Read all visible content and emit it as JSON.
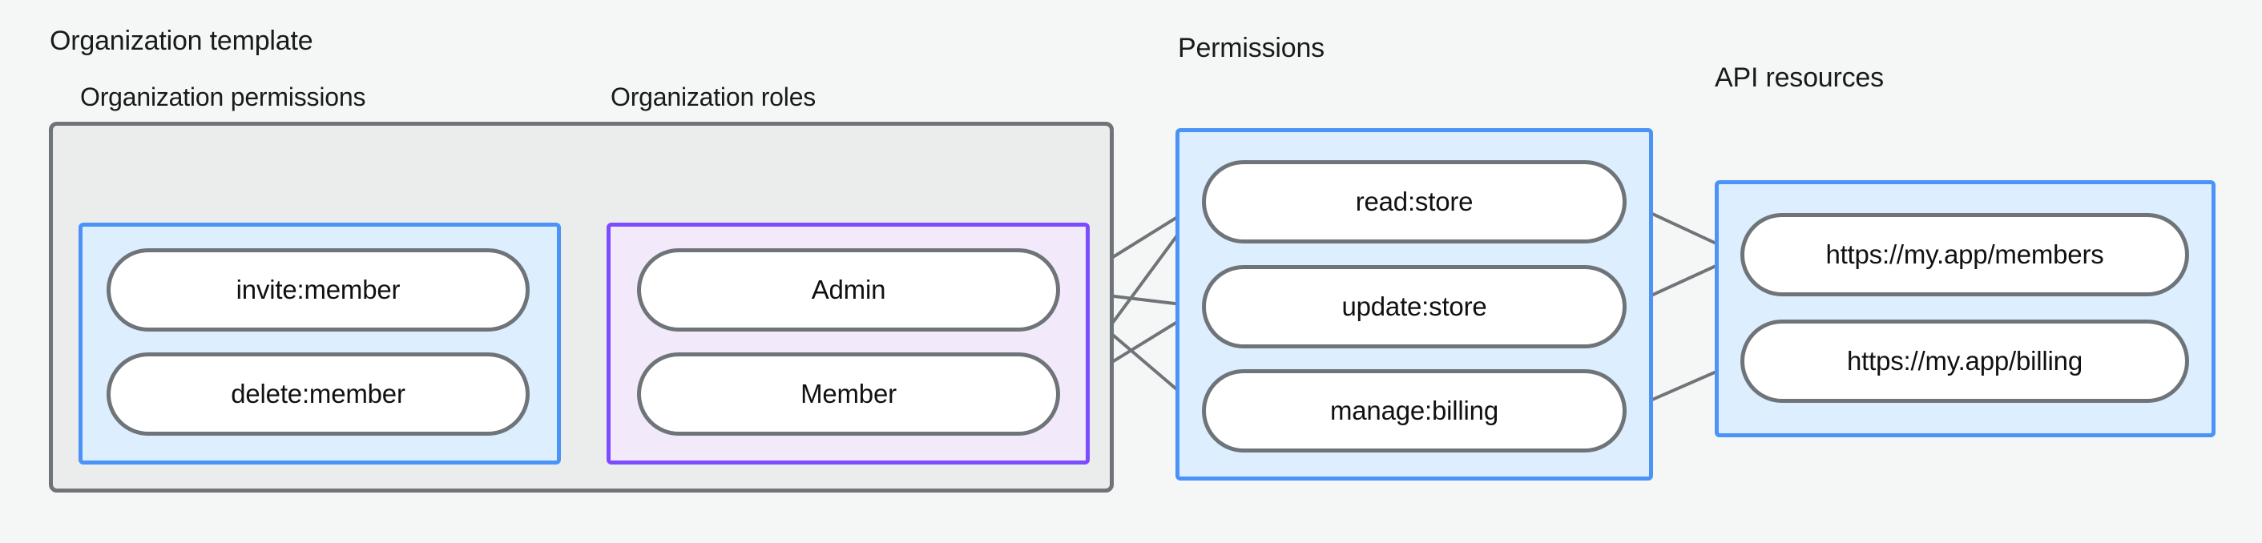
{
  "diagram": {
    "title_labels": {
      "organization_template": "Organization template",
      "permissions": "Permissions",
      "api_resources": "API resources"
    },
    "sub_labels": {
      "organization_permissions": "Organization permissions",
      "organization_roles": "Organization roles"
    },
    "colors": {
      "canvas": "#f5f7f7",
      "gray_fill": "#ebeded",
      "gray_border": "#6e7478",
      "blue_fill": "#ddeeff",
      "blue_border": "#4b93f7",
      "purple_fill": "#f2e9fb",
      "purple_border": "#7c4dff",
      "node_fill": "#ffffff",
      "node_border": "#6e7478",
      "edge": "#6e7478"
    },
    "groups": {
      "organization_permissions": {
        "nodes": [
          {
            "label": "invite:member"
          },
          {
            "label": "delete:member"
          }
        ]
      },
      "organization_roles": {
        "nodes": [
          {
            "label": "Admin"
          },
          {
            "label": "Member"
          }
        ]
      },
      "permissions": {
        "nodes": [
          {
            "label": "read:store"
          },
          {
            "label": "update:store"
          },
          {
            "label": "manage:billing"
          }
        ]
      },
      "api_resources": {
        "nodes": [
          {
            "label": "https://my.app/members"
          },
          {
            "label": "https://my.app/billing"
          }
        ]
      }
    },
    "edges": [
      {
        "from": "invite:member",
        "to": "Admin"
      },
      {
        "from": "invite:member",
        "to": "Member"
      },
      {
        "from": "delete:member",
        "to": "Member"
      },
      {
        "from": "Admin",
        "to": "read:store"
      },
      {
        "from": "Admin",
        "to": "update:store"
      },
      {
        "from": "Admin",
        "to": "manage:billing"
      },
      {
        "from": "Member",
        "to": "read:store"
      },
      {
        "from": "Member",
        "to": "update:store"
      },
      {
        "from": "read:store",
        "to": "https://my.app/members"
      },
      {
        "from": "update:store",
        "to": "https://my.app/members"
      },
      {
        "from": "manage:billing",
        "to": "https://my.app/billing"
      }
    ]
  }
}
